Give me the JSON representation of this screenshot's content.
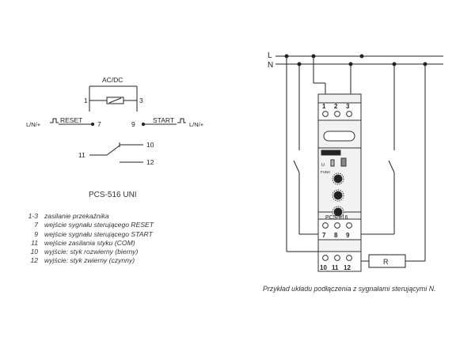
{
  "symbol": {
    "acdc": "AC/DC",
    "supply_left_pin": "1",
    "supply_right_pin": "3",
    "reset_label": "RESET",
    "reset_side": "L/N/+",
    "reset_pin": "7",
    "start_pin": "9",
    "start_label": "START",
    "start_side": "L/N/+",
    "com_pin": "11",
    "nc_pin": "10",
    "no_pin": "12",
    "model_title": "PCS-516 UNI"
  },
  "legend": [
    {
      "key": "1-3",
      "text": "zasilanie przekaźnika"
    },
    {
      "key": "7",
      "text": "wejście sygnału sterującego RESET"
    },
    {
      "key": "9",
      "text": "wejście sygnału sterującego START"
    },
    {
      "key": "11",
      "text": "wejście zasilania styku (COM)"
    },
    {
      "key": "10",
      "text": "wyjście: styk rozwierny (bierny)"
    },
    {
      "key": "12",
      "text": "wyjście: styk zwierny (czynny)"
    }
  ],
  "wiring": {
    "line_L": "L",
    "line_N": "N",
    "top_terminals": [
      "1",
      "2",
      "3"
    ],
    "mid_terminals": [
      "7",
      "8",
      "9"
    ],
    "bottom_terminals": [
      "10",
      "11",
      "12"
    ],
    "device_label": "PCS-516",
    "load_label": "R",
    "func_label": "FUNC",
    "u_label": "U"
  },
  "caption": "Przykład układu podłączenia z sygnałami sterującymi N."
}
